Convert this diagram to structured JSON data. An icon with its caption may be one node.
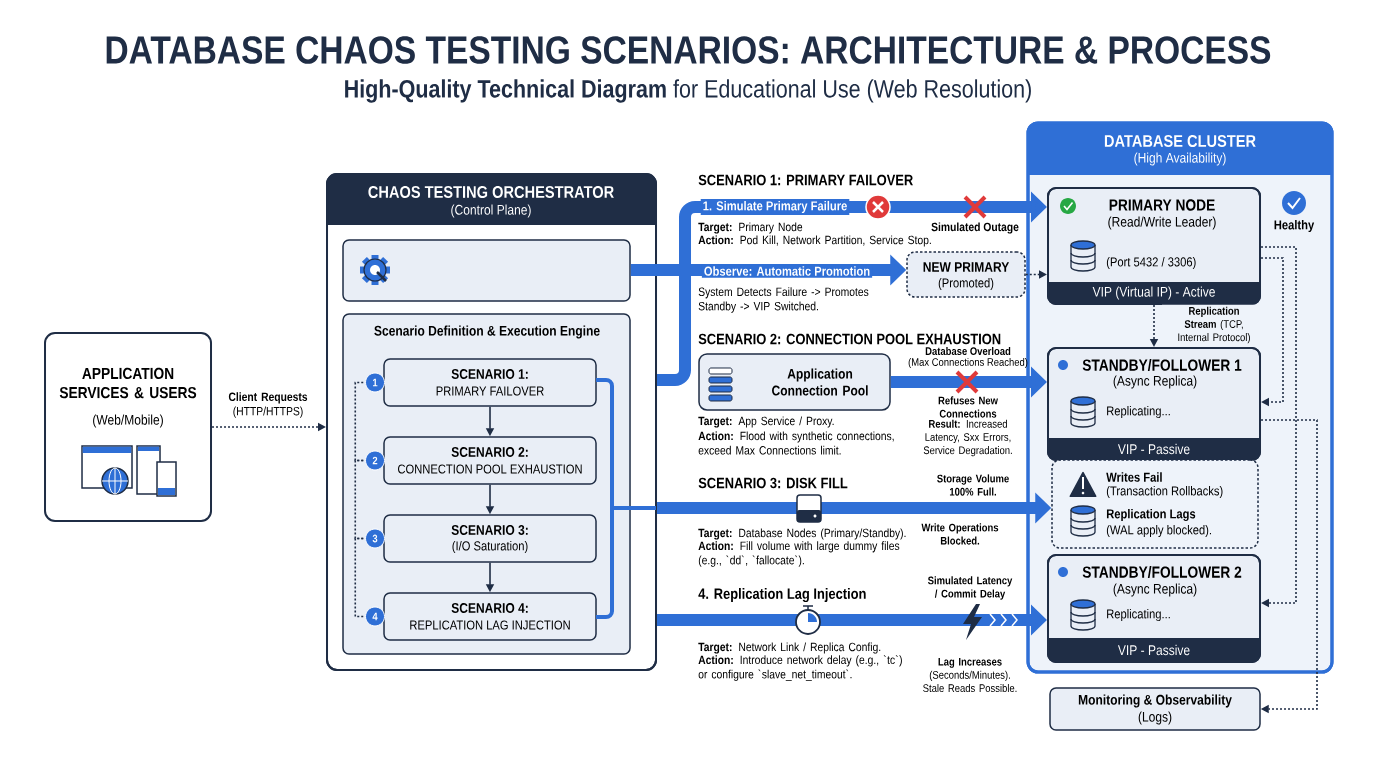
{
  "diagram": {
    "title": "DATABASE CHAOS TESTING SCENARIOS: ARCHITECTURE & PROCESS",
    "nodes": [
      {
        "text": [
          "APPLICATION SERVICES & USERS",
          "(Web/Mobile)"
        ]
      },
      {
        "text": [
          "CHAOS TESTING ORCHESTRATOR",
          "(Control Plane)"
        ]
      },
      {
        "text": [],
        "shape": "box",
        "in": 1
      },
      {
        "text": [
          "Scenario Definition & Execution Engine"
        ],
        "in": 1
      },
      {
        "text": [
          "SCENARIO 1:",
          "PRIMARY FAILOVER"
        ],
        "in": 3,
        "beside": [
          "1"
        ]
      },
      {
        "text": [
          "SCENARIO 2:",
          "CONNECTION POOL EXHAUSTION"
        ],
        "in": 3,
        "beside": [
          "2"
        ]
      },
      {
        "text": [
          "SCENARIO 3:",
          "(I/O Saturation)"
        ],
        "in": 3,
        "beside": [
          "3"
        ]
      },
      {
        "text": [
          "SCENARIO 4:",
          "REPLICATION LAG INJECTION"
        ],
        "in": 3,
        "beside": [
          "4"
        ]
      },
      {
        "text": [
          "DATABASE CLUSTER",
          "(High Availability)"
        ]
      },
      {
        "text": [
          "PRIMARY NODE",
          "(Read/Write Leader)",
          "(Port 5432 / 3306)",
          "VIP (Virtual IP) - Active"
        ],
        "in": 8
      },
      {
        "text": [
          "NEW PRIMARY",
          "(Promoted)"
        ]
      },
      {
        "text": [
          "STANDBY/FOLLOWER 1",
          "(Async Replica)",
          "Replicating...",
          "VIP - Passive"
        ],
        "in": 8
      },
      {
        "text": [
          "Writes Fail",
          "(Transaction Rollbacks)",
          "Replication Lags",
          "(WAL apply blocked)."
        ],
        "in": 8
      },
      {
        "text": [
          "STANDBY/FOLLOWER 2",
          "(Async Replica)",
          "Replicating...",
          "VIP - Passive"
        ],
        "in": 8
      },
      {
        "text": [
          "Monitoring & Observability",
          "(Logs)"
        ]
      },
      {
        "text": [
          "Application Connection Pool"
        ]
      }
    ],
    "edges": [
      {
        "from": 0,
        "to": 1,
        "arrow": "to",
        "style": "dashed",
        "label": "**Client Requests** (HTTP/HTTPS)"
      },
      {
        "from": 4,
        "to": 5,
        "arrow": "to"
      },
      {
        "from": 5,
        "to": 6,
        "arrow": "to"
      },
      {
        "from": 6,
        "to": 7,
        "arrow": "to"
      },
      {
        "from": 4,
        "to": 5,
        "arrow": "none",
        "style": "dashed"
      },
      {
        "from": 5,
        "to": 6,
        "arrow": "none",
        "style": "dashed"
      },
      {
        "from": 6,
        "to": 7,
        "arrow": "none",
        "style": "dashed"
      },
      {
        "from": 1,
        "to": 9,
        "arrow": "to",
        "style": "thick",
        "color": "#2f6fd6",
        "label": "1. Simulate Primary Failure"
      },
      {
        "from": 2,
        "to": 10,
        "arrow": "to",
        "style": "thick",
        "color": "#2f6fd6",
        "label": "Observe: Automatic Promotion"
      },
      {
        "from": 10,
        "to": 9,
        "arrow": "to",
        "style": "dashed"
      },
      {
        "from": 15,
        "to": 11,
        "arrow": "to",
        "style": "thick",
        "color": "#2f6fd6"
      },
      {
        "from": 1,
        "to": 12,
        "arrow": "to",
        "style": "thick",
        "color": "#2f6fd6"
      },
      {
        "from": 1,
        "to": 13,
        "arrow": "to",
        "style": "thick",
        "color": "#2f6fd6"
      },
      {
        "from": 9,
        "to": 11,
        "arrow": "to",
        "style": "dashed",
        "label": "**Replication Stream** (TCP, Internal Protocol)"
      },
      {
        "from": 9,
        "to": 11,
        "arrow": "to",
        "style": "dashed"
      },
      {
        "from": 9,
        "to": 13,
        "arrow": "to",
        "style": "dashed"
      },
      {
        "from": 11,
        "to": 14,
        "arrow": "to",
        "style": "dashed"
      }
    ],
    "labels": [
      "**High-Quality Technical Diagram** for Educational Use (Web Resolution)",
      "SCENARIO 1: PRIMARY FAILOVER",
      "Simulated Outage",
      "**Target:** Primary Node",
      "**Action:** Pod Kill, Network Partition, Service Stop.",
      "System Detects Failure -> Promotes Standby -> VIP Switched.",
      "SCENARIO 2: CONNECTION POOL EXHAUSTION",
      "Database Overload",
      "(Max Connections Reached)",
      "Refuses New Connections",
      "**Result:** Increased Latency, Sxx Errors, Service Degradation.",
      "**Target:** App Service / Proxy.",
      "**Action:** Flood with synthetic connections, exceed Max Connections limit.",
      "SCENARIO 3: DISK FILL",
      "Storage Volume 100% Full.",
      "Write Operations Blocked.",
      "**Target:** Database Nodes (Primary/Standby).",
      "**Action:** Fill volume with large dummy files (e.g., `dd`, `fallocate`).",
      "4. Replication Lag Injection",
      "Simulated Latency / Commit Delay",
      "**Target:** Network Link / Replica Config.",
      "**Action:** Introduce network delay (e.g., `tc`) or configure `slave_net_timeout`.",
      "**Lag Increases** (Seconds/Minutes). Stale Reads Possible.",
      "Healthy"
    ]
  }
}
